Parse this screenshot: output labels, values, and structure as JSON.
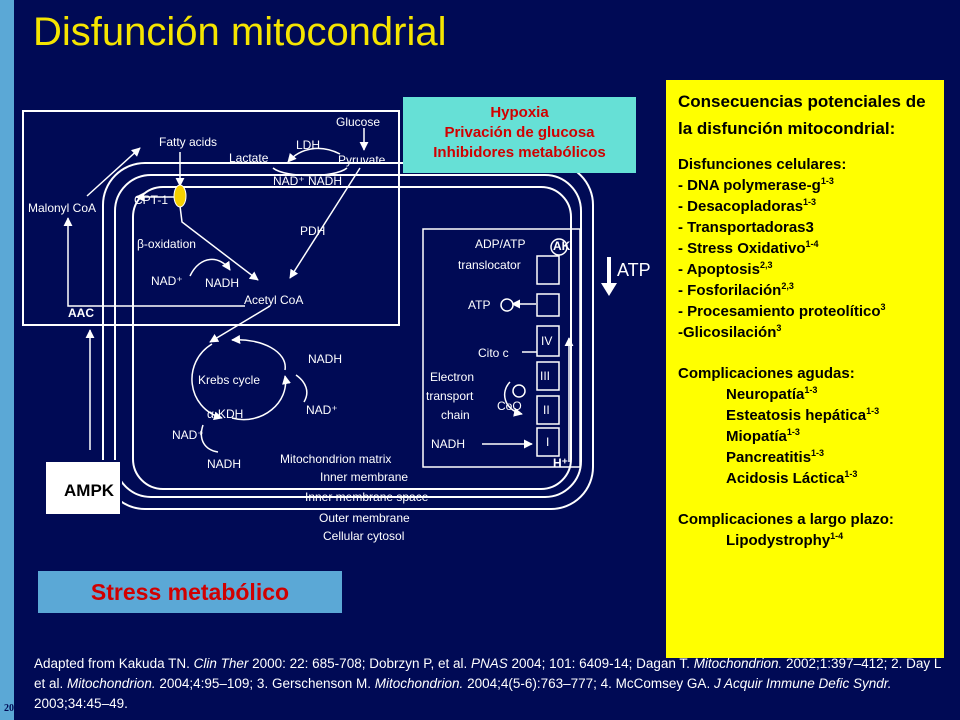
{
  "page_number": "20",
  "title": "Disfunción mitocondrial",
  "hypoxia_box": [
    "Hypoxia",
    "Privación de glucosa",
    "Inhibidores metabólicos"
  ],
  "atp_output": "ATP",
  "ampk_label": "AMPK",
  "stress_label": "Stress metabólico",
  "diagram": {
    "glucose": "Glucose",
    "fatty_acids": "Fatty acids",
    "ldh": "LDH",
    "lactate": "Lactate",
    "pyruvate": "Pyruvate",
    "nad_nadh_top": "NAD⁺ NADH",
    "malonyl_coa": "Malonyl CoA",
    "cpt1": "CPT-1",
    "pdh": "PDH",
    "beta_oxidation": "β-oxidation",
    "nad_plus_beta": "NAD⁺",
    "nadh_beta": "NADH",
    "acetyl_coa": "Acetyl CoA",
    "aac": "AAC",
    "krebs_cycle": "Krebs cycle",
    "nadh_krebs_right": "NADH",
    "nad_plus_krebs_right": "NAD⁺",
    "akdh": "α-KDH",
    "nad_plus_krebs_left": "NAD⁺",
    "nadh_krebs_bottom": "NADH",
    "mito_matrix": "Mitochondrion matrix",
    "inner_membrane": "Inner membrane",
    "inner_membrane_space": "Inner membrane space",
    "outer_membrane": "Outer membrane",
    "cellular_cytosol": "Cellular cytosol",
    "adp_atp": "ADP/ATP",
    "translocator": "translocator",
    "ak": "AK",
    "atp_inside": "ATP",
    "cito_c": "Cito c",
    "electron": "Electron",
    "transport": "transport",
    "chain": "chain",
    "coq": "CoQ",
    "nadh_chain": "NADH",
    "complex_iv": "IV",
    "complex_iii": "III",
    "complex_ii": "II",
    "complex_i": "I",
    "h_plus": "H⁺"
  },
  "right_panel": {
    "header": "Consecuencias potenciales de la disfunción mitocondrial:",
    "cellular_title": "Disfunciones celulares:",
    "cellular_items": [
      {
        "text": "- DNA polymerase-g",
        "sup": "1-3"
      },
      {
        "text": "- Desacopladoras",
        "sup": "1-3"
      },
      {
        "text": "- Transportadoras3",
        "sup": ""
      },
      {
        "text": "- Stress Oxidativo",
        "sup": "1-4"
      },
      {
        "text": "- Apoptosis",
        "sup": "2,3"
      },
      {
        "text": "- Fosforilación",
        "sup": "2,3"
      },
      {
        "text": "- Procesamiento proteolítico",
        "sup": "3"
      },
      {
        "text": "-Glicosilación",
        "sup": "3"
      }
    ],
    "acute_title": "Complicaciones agudas:",
    "acute_items": [
      {
        "text": "Neuropatía",
        "sup": "1-3"
      },
      {
        "text": "Esteatosis hepática",
        "sup": "1-3"
      },
      {
        "text": "Miopatía",
        "sup": "1-3"
      },
      {
        "text": "Pancreatitis",
        "sup": "1-3"
      },
      {
        "text": "Acidosis Láctica",
        "sup": "1-3"
      }
    ],
    "long_title": "Complicaciones a largo plazo:",
    "long_items": [
      {
        "text": "Lipodystrophy",
        "sup": "1-4"
      }
    ]
  },
  "references": [
    {
      "t": "Adapted from Kakuda TN. "
    },
    {
      "t": "Clin Ther",
      "i": true
    },
    {
      "t": " 2000: 22: 685-708;  Dobrzyn P, et al. "
    },
    {
      "t": "PNAS",
      "i": true
    },
    {
      "t": " 2004; 101: 6409-14;  Dagan T. "
    },
    {
      "t": "Mitochondrion.",
      "i": true
    },
    {
      "t": " 2002;1:397–412; 2. Day L et al. "
    },
    {
      "t": "Mitochondrion.",
      "i": true
    },
    {
      "t": " 2004;4:95–109;  3. Gerschenson M. "
    },
    {
      "t": "Mitochondrion.",
      "i": true
    },
    {
      "t": " 2004;4(5-6):763–777; 4. McComsey GA. "
    },
    {
      "t": "J Acquir Immune Defic Syndr.",
      "i": true
    },
    {
      "t": " 2003;34:45–49."
    }
  ],
  "colors": {
    "background": "#000A55",
    "title": "#F5E500",
    "panel": "#FFFF00",
    "hypoxia_box": "#66E0D6",
    "accent_red": "#D10000",
    "strip": "#5BA8D6",
    "cpt1_oval": "#F5D000"
  }
}
